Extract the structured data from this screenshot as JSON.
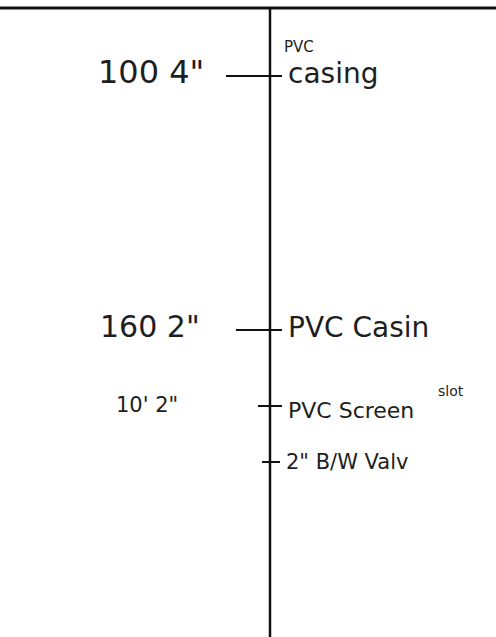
{
  "diagram": {
    "labels": [
      "100 4\"",
      "PVC",
      "casing",
      "160 2\"",
      "PVC Casin",
      "10' 2\"",
      "slot",
      "PVC Screen",
      "2\" B/W Valv"
    ]
  }
}
